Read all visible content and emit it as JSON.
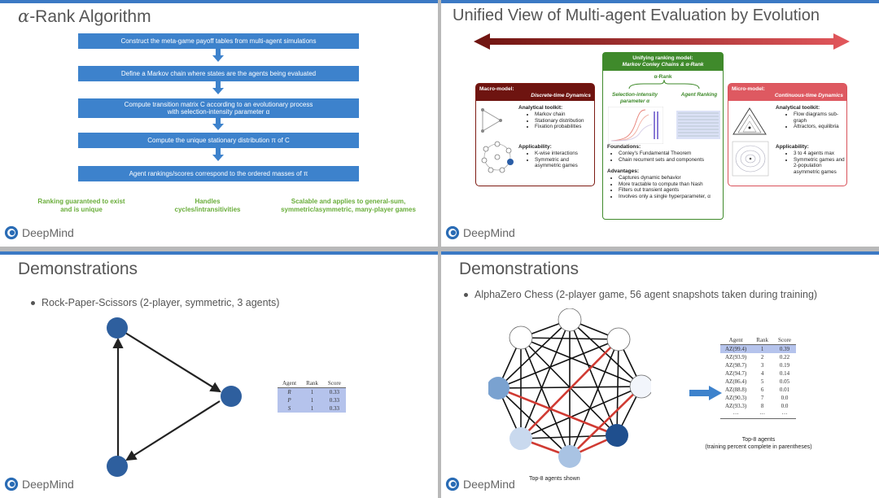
{
  "slides": {
    "s1": {
      "title": "α-Rank Algorithm",
      "steps": [
        "Construct the meta-game payoff tables from multi-agent simulations",
        "Define a Markov chain where states are the agents being evaluated",
        "Compute transition matrix C according to an evolutionary process with selection-intensity parameter α",
        "Compute the unique stationary distribution π of C",
        "Agent rankings/scores correspond to the ordered masses of π"
      ],
      "notes": [
        "Ranking guaranteed to exist and is unique",
        "Handles cycles/intransitivities",
        "Scalable and applies to general-sum, symmetric/asymmetric, many-player games"
      ]
    },
    "s2": {
      "title": "Unified View of Multi-agent Evaluation by Evolution",
      "macro": {
        "header_line1": "Macro-model:",
        "header_line2": "Discrete-time Dynamics",
        "toolkit_title": "Analytical toolkit:",
        "toolkit": [
          "Markov chain",
          "Stationary distribution",
          "Fixation probabilities"
        ],
        "applic_title": "Applicability:",
        "applic": [
          "K-wise interactions",
          "Symmetric and asymmetric games"
        ]
      },
      "unify": {
        "header_line1": "Unifying ranking model:",
        "header_line2": "Markov Conley Chains & α-Rank",
        "alpha_label": "α-Rank",
        "sel_label": "Selection-intensity parameter α",
        "rank_label": "Agent Ranking",
        "found_title": "Foundations:",
        "found": [
          "Conley's Fundamental Theorem",
          "Chain recurrent sets and components"
        ],
        "adv_title": "Advantages:",
        "adv": [
          "Captures dynamic behavior",
          "More tractable to compute than Nash",
          "Filters out transient agents",
          "Involves only a single hyperparameter, α"
        ]
      },
      "micro": {
        "header_line1": "Micro-model:",
        "header_line2": "Continuous-time Dynamics",
        "toolkit_title": "Analytical toolkit:",
        "toolkit": [
          "Flow diagrams sub-graph",
          "Attractors, equilibria"
        ],
        "applic_title": "Applicability:",
        "applic": [
          "3 to 4 agents max",
          "Symmetric games and 2-population asymmetric games"
        ]
      }
    },
    "s3": {
      "title": "Demonstrations",
      "bullet": "Rock-Paper-Scissors (2-player, symmetric, 3 agents)",
      "table": {
        "headers": [
          "Agent",
          "Rank",
          "Score"
        ],
        "rows": [
          [
            "R",
            "1",
            "0.33"
          ],
          [
            "P",
            "1",
            "0.33"
          ],
          [
            "S",
            "1",
            "0.33"
          ]
        ]
      }
    },
    "s4": {
      "title": "Demonstrations",
      "bullet": "AlphaZero Chess (2-player game, 56 agent snapshots taken during training)",
      "graph_caption": "Top-8 agents shown",
      "table": {
        "headers": [
          "Agent",
          "Rank",
          "Score"
        ],
        "rows": [
          [
            "AZ(99.4)",
            "1",
            "0.39"
          ],
          [
            "AZ(93.9)",
            "2",
            "0.22"
          ],
          [
            "AZ(98.7)",
            "3",
            "0.19"
          ],
          [
            "AZ(94.7)",
            "4",
            "0.14"
          ],
          [
            "AZ(86.4)",
            "5",
            "0.05"
          ],
          [
            "AZ(88.8)",
            "6",
            "0.01"
          ],
          [
            "AZ(90.3)",
            "7",
            "0.0"
          ],
          [
            "AZ(93.3)",
            "8",
            "0.0"
          ],
          [
            "···",
            "···",
            "···"
          ]
        ]
      },
      "table_caption_line1": "Top-8 agents",
      "table_caption_line2": "(training percent complete in parentheses)"
    }
  },
  "brand_name": "DeepMind",
  "colors": {
    "accent_blue": "#3b79c4",
    "flow_blue": "#3d82cc",
    "note_green": "#69ad3a",
    "macro_red": "#6e1410",
    "unify_green": "#3f8a2b",
    "micro_pink": "#de5961",
    "row_highlight": "#b5c3ec"
  },
  "icons": [
    "deepmind-logo-icon",
    "arrow-down-icon",
    "double-arrow-icon",
    "arrow-right-icon"
  ]
}
